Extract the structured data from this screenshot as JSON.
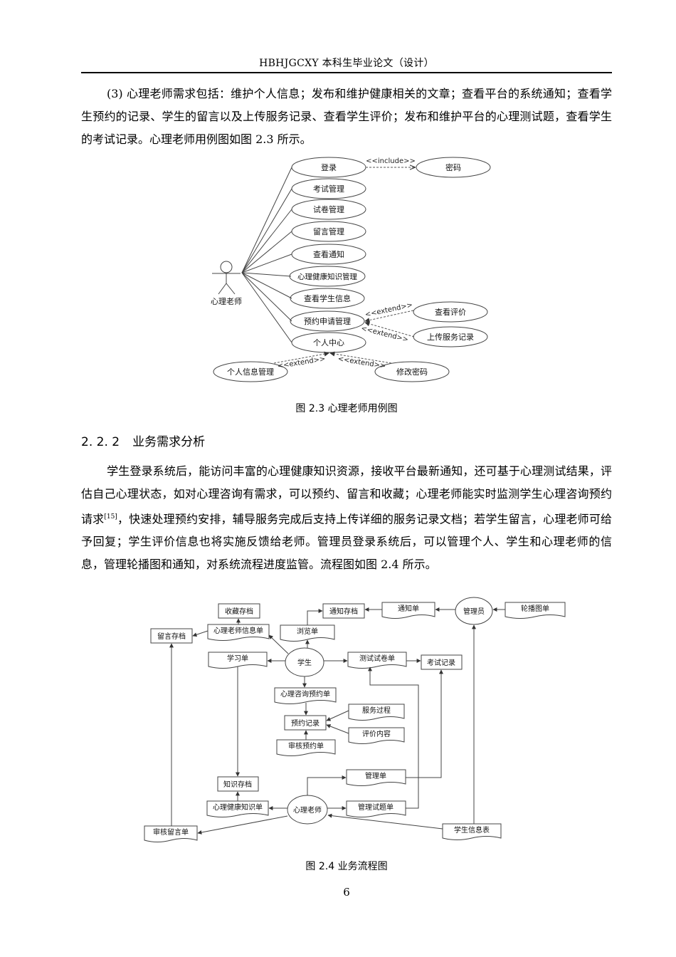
{
  "header": {
    "title": "HBHJGCXY 本科生毕业论文（设计）"
  },
  "para1": "(3)  心理老师需求包括：维护个人信息；发布和维护健康相关的文章；查看平台的系统通知；查看学生预约的记录、学生的留言以及上传服务记录、查看学生评价；发布和维护平台的心理测试题，查看学生的考试记录。心理老师用例图如图 2.3 所示。",
  "fig23": {
    "actor": "心理老师",
    "use_cases": [
      "登录",
      "考试管理",
      "试卷管理",
      "留言管理",
      "查看通知",
      "心理健康知识管理",
      "查看学生信息",
      "预约申请管理",
      "个人中心"
    ],
    "extra_cases": {
      "password": "密码",
      "view_review": "查看评价",
      "upload_record": "上传服务记录",
      "personal_info": "个人信息管理",
      "change_password": "修改密码"
    },
    "stereotypes": {
      "include": "<<include>>",
      "extend": "<<extend>>"
    },
    "caption": "图 2.3    心理老师用例图"
  },
  "section": {
    "number": "2. 2. 2",
    "title": "业务需求分析"
  },
  "para2": {
    "before_ref": "学生登录系统后，能访问丰富的心理健康知识资源，接收平台最新通知，还可基于心理测试结果，评估自己心理状态，如对心理咨询有需求，可以预约、留言和收藏；心理老师能实时监测学生心理咨询预约请求",
    "ref": "[15]",
    "after_ref": "，快速处理预约安排，辅导服务完成后支持上传详细的服务记录文档；若学生留言，心理老师可给予回复；学生评价信息也将实施反馈给老师。管理员登录系统后，可以管理个人、学生和心理老师的信息，管理轮播图和通知，对系统流程进度监管。流程图如图 2.4 所示。"
  },
  "fig24": {
    "nodes": {
      "favorite_store": "收藏存档",
      "notice_store": "通知存档",
      "notice_doc": "通知单",
      "admin": "管理员",
      "carousel_doc": "轮播图单",
      "message_store": "留言存档",
      "teacher_info_doc": "心理老师信息单",
      "browse_doc": "浏览单",
      "study_doc": "学习单",
      "student": "学生",
      "test_paper_doc": "测试试卷单",
      "exam_record": "考试记录",
      "consult_doc": "心理咨询预约单",
      "service_process": "服务过程",
      "appointment_record": "预约记录",
      "review_content": "评价内容",
      "review_appointment_doc": "审核预约单",
      "manage_doc": "管理单",
      "knowledge_store": "知识存档",
      "knowledge_doc": "心理健康知识单",
      "teacher": "心理老师",
      "manage_questions_doc": "管理试题单",
      "review_message_doc": "审核留言单",
      "student_info_doc": "学生信息表"
    },
    "caption": "图 2.4    业务流程图"
  },
  "page": {
    "number": "6"
  }
}
